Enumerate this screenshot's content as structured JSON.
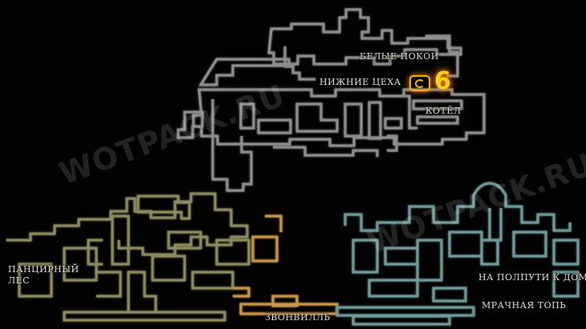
{
  "map": {
    "areas": {
      "white_palace": "БЕЛЫЕ ПОКОИ",
      "lower_workshops": "НИЖНИЕ ЦЕХА",
      "kotel": "КОТЁЛ",
      "shell_forest": "ПАНЦИРНЫЙ\nЛЕС",
      "zvonvill": "ЗВОНВИЛЛЬ",
      "halfway_home": "НА ПОЛПУТИ К ДОМУ",
      "gloom_swamp": "МРАЧНАЯ ТОПЬ"
    },
    "marker": {
      "number": "6",
      "icon": "spiral-bench-icon"
    },
    "watermarks": [
      "WOTPACK.RU",
      "WOTPACK.RU"
    ],
    "colors": {
      "upper_region": "#8a8a8a",
      "forest_region": "#8c8b60",
      "bell_region": "#c9954a",
      "swamp_region": "#6f9a9a",
      "marker": "#ffb300"
    }
  }
}
